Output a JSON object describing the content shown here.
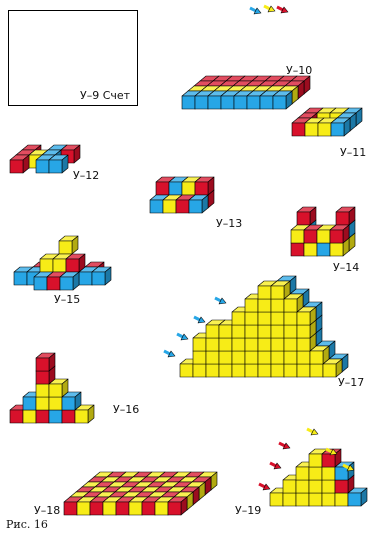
{
  "colors": {
    "red": "#d8112b",
    "yellow": "#f7ec17",
    "blue": "#27a6e6",
    "edge": "#000000",
    "arrow_blue": "#27a6e6",
    "arrow_red": "#d8112b",
    "arrow_yellow": "#f7ec17"
  },
  "labels": {
    "u9": "У–9 Счет",
    "u10": "У–10",
    "u11": "У–11",
    "u12": "У–12",
    "u13": "У–13",
    "u14": "У–14",
    "u15": "У–15",
    "u16": "У–16",
    "u17": "У–17",
    "u18": "У–18",
    "u19": "У–19"
  },
  "caption": "Рис. 16"
}
